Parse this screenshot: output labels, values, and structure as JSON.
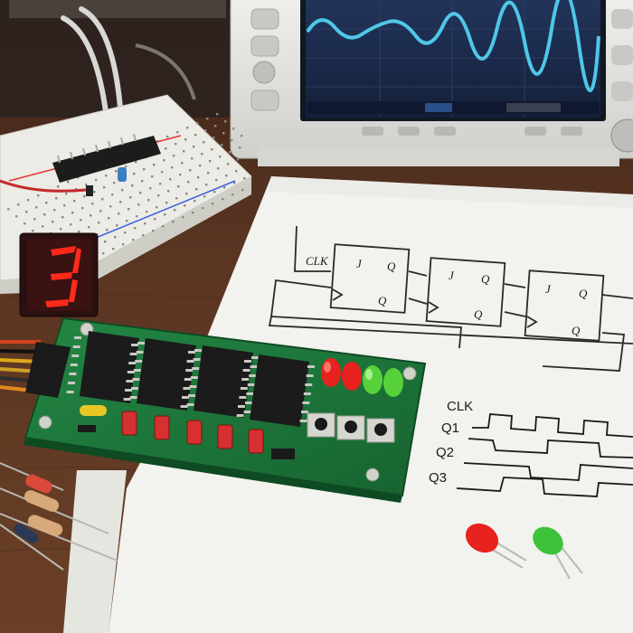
{
  "scene": {
    "objects": [
      "oscilloscope",
      "breadboard",
      "seven-segment-display",
      "pcb",
      "schematic-paper",
      "resistors",
      "loose-leds"
    ]
  },
  "seven_segment": {
    "digit": "3"
  },
  "schematic": {
    "clk_label": "CLK",
    "flipflops": [
      {
        "d": "J",
        "q": "Q",
        "qbar": "Q"
      },
      {
        "d": "J",
        "q": "Q",
        "qbar": "Q"
      },
      {
        "d": "J",
        "q": "Q",
        "qbar": "Q"
      }
    ]
  },
  "timing": {
    "labels": [
      "CLK",
      "Q1",
      "Q2",
      "Q3"
    ]
  },
  "colors": {
    "wood": "#5a3522",
    "paper": "#f2f2ee",
    "pcb_green": "#1f7a3a",
    "scope_body": "#e6e6e2",
    "scope_screen": "#1c2a45",
    "scope_trace": "#4fc7e8",
    "led_red": "#e8221f",
    "led_green": "#57d13a",
    "seg_red": "#ff2a1a"
  }
}
